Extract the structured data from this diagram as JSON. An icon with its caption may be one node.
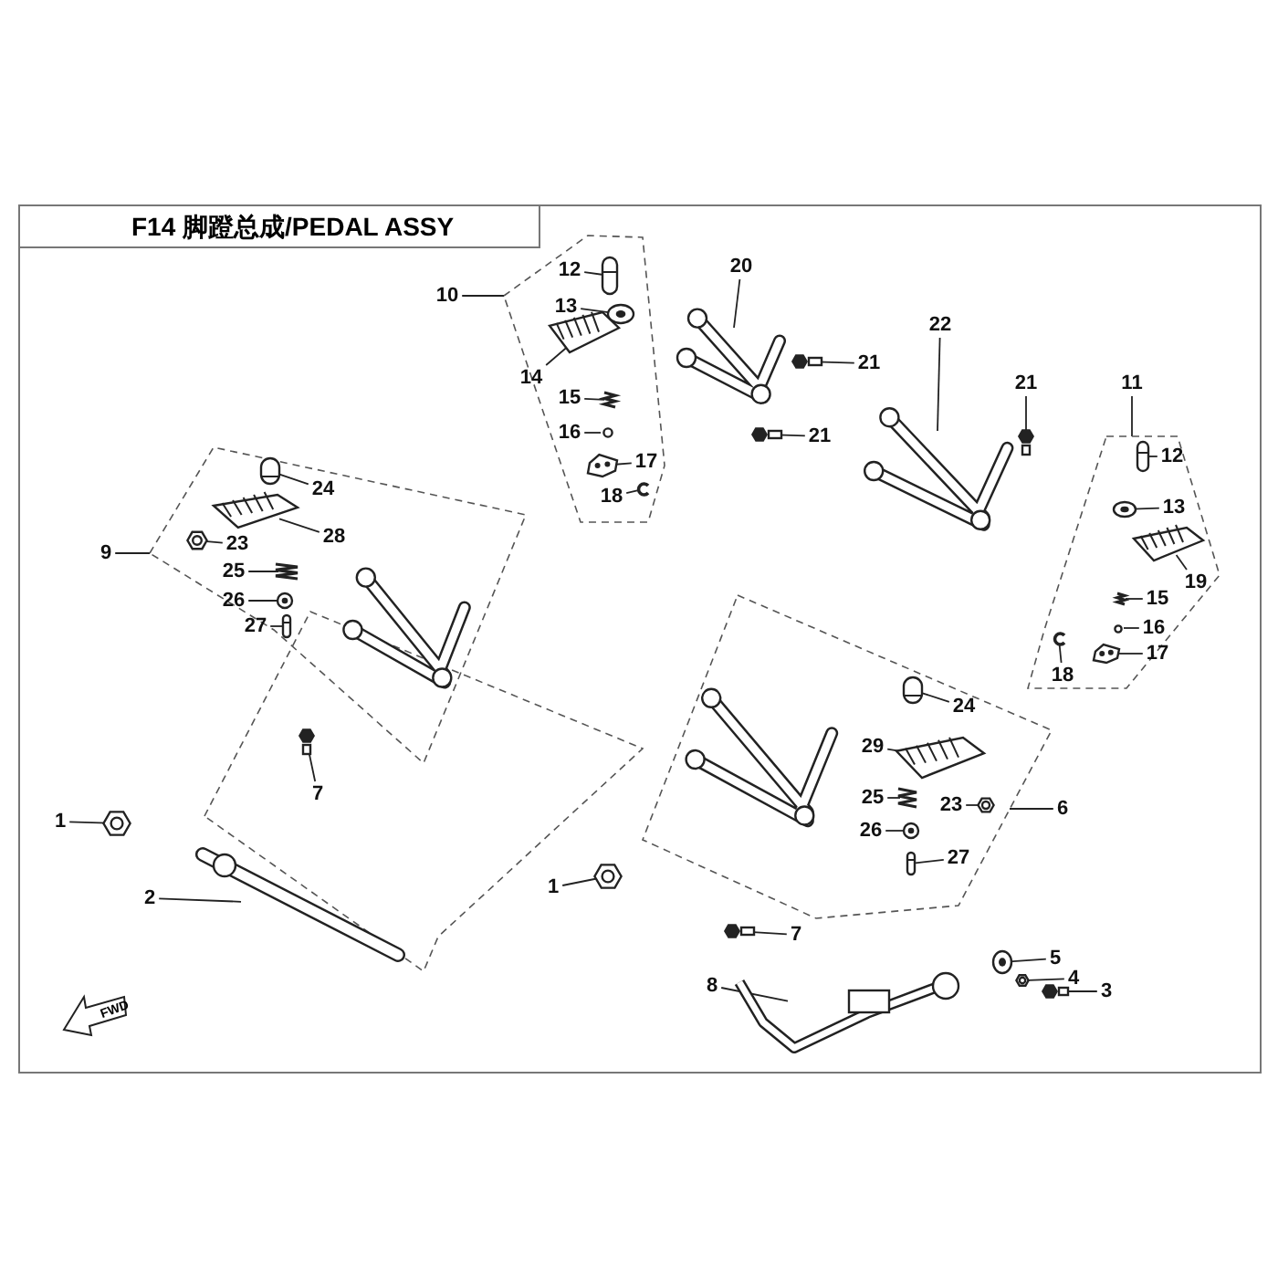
{
  "diagram": {
    "title": "F14 脚蹬总成/PEDAL ASSY",
    "nodes": [
      {
        "text": [
          "10"
        ]
      },
      {
        "text": [],
        "shape": "box"
      },
      {
        "text": [
          "12"
        ],
        "in": 1
      },
      {
        "text": [],
        "shape": "picture",
        "in": 1
      },
      {
        "text": [
          "13"
        ],
        "in": 1
      },
      {
        "text": [],
        "shape": "picture",
        "in": 1
      },
      {
        "text": [
          "14"
        ],
        "in": 1
      },
      {
        "text": [],
        "shape": "picture",
        "in": 1
      },
      {
        "text": [
          "15"
        ],
        "in": 1
      },
      {
        "text": [],
        "shape": "picture",
        "in": 1
      },
      {
        "text": [
          "16"
        ],
        "in": 1
      },
      {
        "text": [],
        "shape": "circle",
        "in": 1
      },
      {
        "text": [
          "17"
        ],
        "in": 1
      },
      {
        "text": [],
        "shape": "picture",
        "in": 1
      },
      {
        "text": [
          "18"
        ],
        "in": 1
      },
      {
        "text": [],
        "shape": "picture",
        "in": 1
      },
      {
        "text": [
          "20"
        ]
      },
      {
        "text": [],
        "shape": "picture"
      },
      {
        "text": [
          "21"
        ]
      },
      {
        "text": [],
        "shape": "picture"
      },
      {
        "text": [
          "21"
        ]
      },
      {
        "text": [],
        "shape": "picture"
      },
      {
        "text": [
          "22"
        ]
      },
      {
        "text": [],
        "shape": "picture"
      },
      {
        "text": [
          "21"
        ]
      },
      {
        "text": [],
        "shape": "picture"
      },
      {
        "text": [
          "11"
        ]
      },
      {
        "text": [],
        "shape": "box"
      },
      {
        "text": [
          "12"
        ],
        "in": 27
      },
      {
        "text": [],
        "shape": "picture",
        "in": 27
      },
      {
        "text": [
          "13"
        ],
        "in": 27
      },
      {
        "text": [],
        "shape": "picture",
        "in": 27
      },
      {
        "text": [
          "19"
        ],
        "in": 27
      },
      {
        "text": [],
        "shape": "picture",
        "in": 27
      },
      {
        "text": [
          "15"
        ],
        "in": 27
      },
      {
        "text": [],
        "shape": "picture",
        "in": 27
      },
      {
        "text": [
          "16"
        ],
        "in": 27
      },
      {
        "text": [],
        "shape": "circle",
        "in": 27
      },
      {
        "text": [
          "17"
        ],
        "in": 27
      },
      {
        "text": [],
        "shape": "picture",
        "in": 27
      },
      {
        "text": [
          "18"
        ],
        "in": 27
      },
      {
        "text": [],
        "shape": "picture",
        "in": 27
      },
      {
        "text": [
          "9"
        ]
      },
      {
        "text": [],
        "shape": "box"
      },
      {
        "text": [
          "24"
        ],
        "in": 43
      },
      {
        "text": [],
        "shape": "picture",
        "in": 43
      },
      {
        "text": [
          "23"
        ],
        "in": 43
      },
      {
        "text": [],
        "shape": "picture",
        "in": 43
      },
      {
        "text": [
          "28"
        ],
        "in": 43
      },
      {
        "text": [],
        "shape": "picture",
        "in": 43
      },
      {
        "text": [
          "25"
        ],
        "in": 43
      },
      {
        "text": [],
        "shape": "picture",
        "in": 43
      },
      {
        "text": [
          "26"
        ],
        "in": 43
      },
      {
        "text": [],
        "shape": "picture",
        "in": 43
      },
      {
        "text": [
          "27"
        ],
        "in": 43
      },
      {
        "text": [],
        "shape": "picture",
        "in": 43
      },
      {
        "text": [
          "7"
        ]
      },
      {
        "text": [],
        "shape": "picture"
      },
      {
        "text": [
          "1"
        ]
      },
      {
        "text": [],
        "shape": "picture"
      },
      {
        "text": [
          "2"
        ]
      },
      {
        "text": [],
        "shape": "bar"
      },
      {
        "text": [
          "1"
        ]
      },
      {
        "text": [],
        "shape": "picture"
      },
      {
        "text": [
          "6"
        ]
      },
      {
        "text": [],
        "shape": "box"
      },
      {
        "text": [
          "24"
        ],
        "in": 65
      },
      {
        "text": [],
        "shape": "picture",
        "in": 65
      },
      {
        "text": [
          "29"
        ],
        "in": 65
      },
      {
        "text": [],
        "shape": "picture",
        "in": 65
      },
      {
        "text": [
          "25"
        ],
        "in": 65
      },
      {
        "text": [],
        "shape": "picture",
        "in": 65
      },
      {
        "text": [
          "23"
        ],
        "in": 65
      },
      {
        "text": [],
        "shape": "picture",
        "in": 65
      },
      {
        "text": [
          "26"
        ],
        "in": 65
      },
      {
        "text": [],
        "shape": "picture",
        "in": 65
      },
      {
        "text": [
          "27"
        ],
        "in": 65
      },
      {
        "text": [],
        "shape": "picture",
        "in": 65
      },
      {
        "text": [
          "7"
        ]
      },
      {
        "text": [],
        "shape": "picture"
      },
      {
        "text": [
          "8"
        ]
      },
      {
        "text": [],
        "shape": "picture"
      },
      {
        "text": [
          "5"
        ]
      },
      {
        "text": [],
        "shape": "picture"
      },
      {
        "text": [
          "4"
        ]
      },
      {
        "text": [],
        "shape": "picture"
      },
      {
        "text": [
          "3"
        ]
      },
      {
        "text": [],
        "shape": "picture"
      }
    ],
    "edges": [
      {
        "from": 0,
        "to": 1,
        "arrow": "none"
      },
      {
        "from": 2,
        "to": 3,
        "arrow": "none"
      },
      {
        "from": 4,
        "to": 5,
        "arrow": "none"
      },
      {
        "from": 6,
        "to": 7,
        "arrow": "none"
      },
      {
        "from": 8,
        "to": 9,
        "arrow": "none"
      },
      {
        "from": 10,
        "to": 11,
        "arrow": "none"
      },
      {
        "from": 12,
        "to": 13,
        "arrow": "none"
      },
      {
        "from": 14,
        "to": 15,
        "arrow": "none"
      },
      {
        "from": 16,
        "to": 17,
        "arrow": "none"
      },
      {
        "from": 18,
        "to": 19,
        "arrow": "none"
      },
      {
        "from": 20,
        "to": 21,
        "arrow": "none"
      },
      {
        "from": 22,
        "to": 23,
        "arrow": "none"
      },
      {
        "from": 24,
        "to": 25,
        "arrow": "none"
      },
      {
        "from": 26,
        "to": 27,
        "arrow": "none"
      },
      {
        "from": 28,
        "to": 29,
        "arrow": "none"
      },
      {
        "from": 30,
        "to": 31,
        "arrow": "none"
      },
      {
        "from": 32,
        "to": 33,
        "arrow": "none"
      },
      {
        "from": 34,
        "to": 35,
        "arrow": "none"
      },
      {
        "from": 36,
        "to": 37,
        "arrow": "none"
      },
      {
        "from": 38,
        "to": 39,
        "arrow": "none"
      },
      {
        "from": 40,
        "to": 41,
        "arrow": "none"
      },
      {
        "from": 42,
        "to": 43,
        "arrow": "none"
      },
      {
        "from": 44,
        "to": 45,
        "arrow": "none"
      },
      {
        "from": 46,
        "to": 47,
        "arrow": "none"
      },
      {
        "from": 48,
        "to": 49,
        "arrow": "none"
      },
      {
        "from": 50,
        "to": 51,
        "arrow": "none"
      },
      {
        "from": 52,
        "to": 53,
        "arrow": "none"
      },
      {
        "from": 54,
        "to": 55,
        "arrow": "none"
      },
      {
        "from": 56,
        "to": 57,
        "arrow": "none"
      },
      {
        "from": 58,
        "to": 59,
        "arrow": "none"
      },
      {
        "from": 60,
        "to": 61,
        "arrow": "none"
      },
      {
        "from": 62,
        "to": 63,
        "arrow": "none"
      },
      {
        "from": 64,
        "to": 65,
        "arrow": "none"
      },
      {
        "from": 66,
        "to": 67,
        "arrow": "none"
      },
      {
        "from": 68,
        "to": 69,
        "arrow": "none"
      },
      {
        "from": 70,
        "to": 71,
        "arrow": "none"
      },
      {
        "from": 72,
        "to": 73,
        "arrow": "none"
      },
      {
        "from": 74,
        "to": 75,
        "arrow": "none"
      },
      {
        "from": 76,
        "to": 77,
        "arrow": "none"
      },
      {
        "from": 78,
        "to": 79,
        "arrow": "none"
      },
      {
        "from": 80,
        "to": 81,
        "arrow": "none"
      },
      {
        "from": 82,
        "to": 83,
        "arrow": "none"
      },
      {
        "from": 84,
        "to": 85,
        "arrow": "none"
      },
      {
        "from": 86,
        "to": 87,
        "arrow": "none"
      }
    ],
    "labels": [
      "FWD"
    ]
  }
}
